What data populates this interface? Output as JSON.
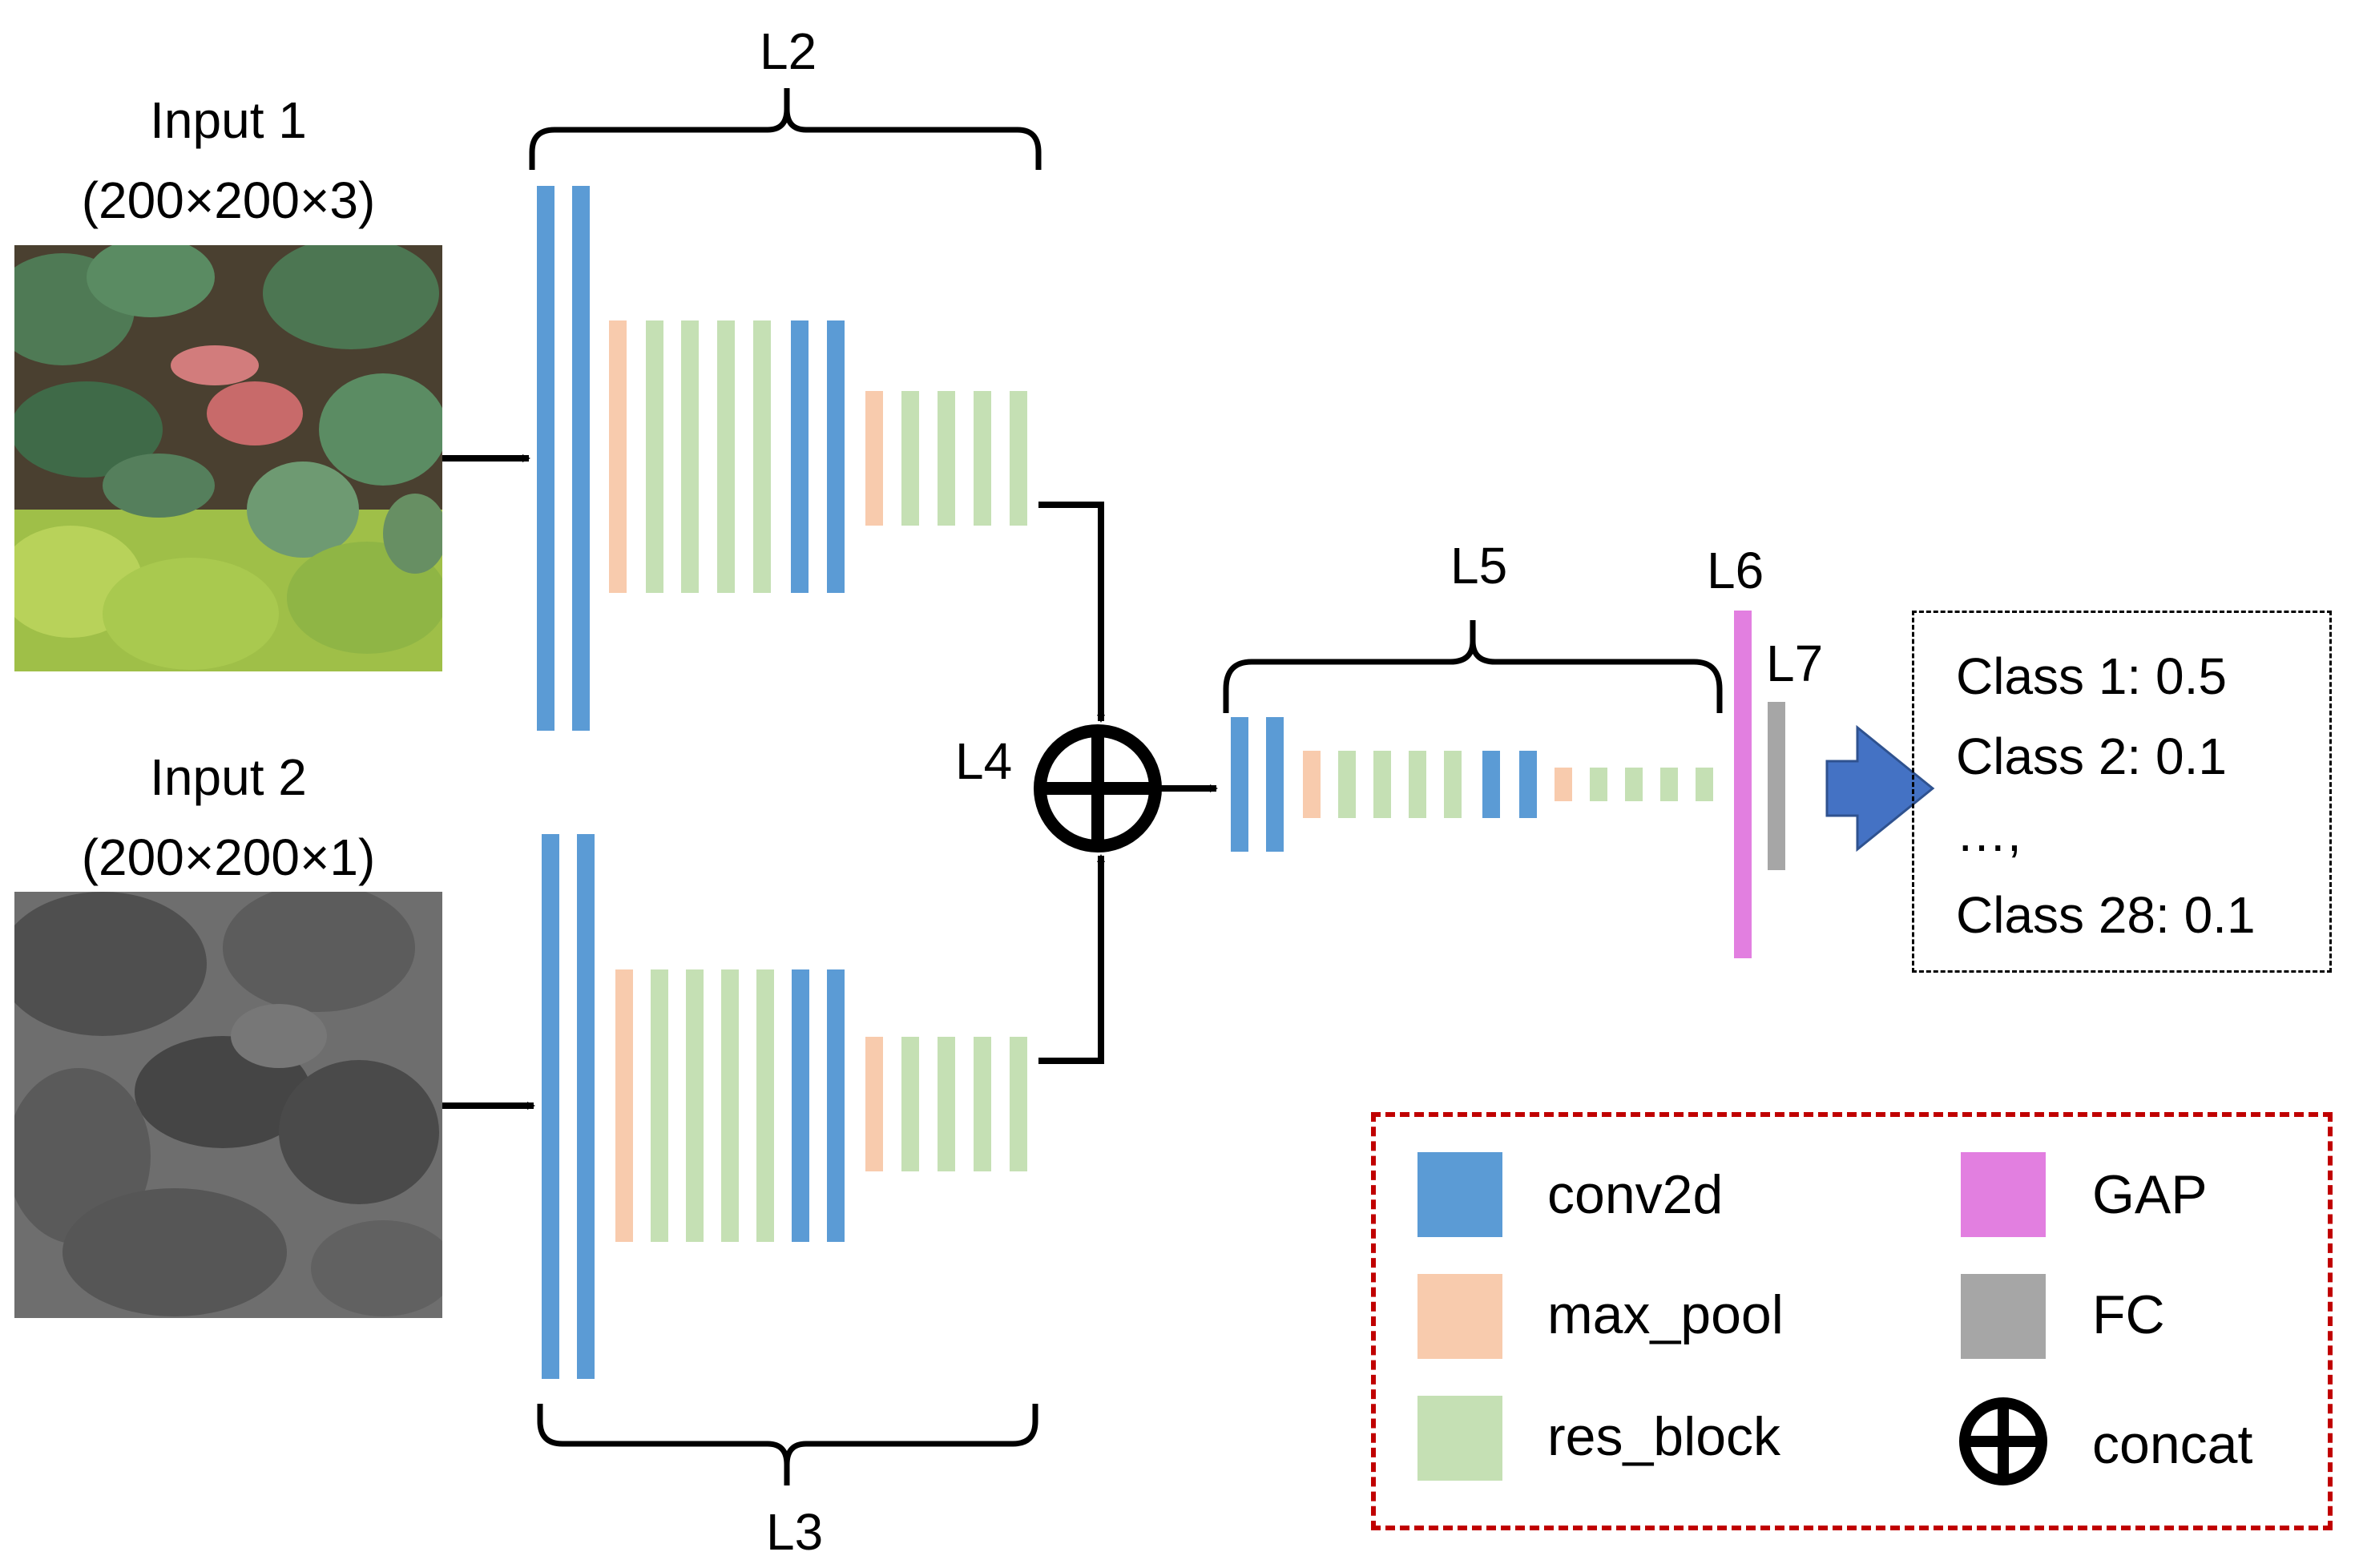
{
  "inputs": [
    {
      "title": "Input 1",
      "dims": "(200×200×3)"
    },
    {
      "title": "Input 2",
      "dims": "(200×200×1)"
    }
  ],
  "layers": {
    "l2": "L2",
    "l3": "L3",
    "l4": "L4",
    "l5": "L5",
    "l6": "L6",
    "l7": "L7"
  },
  "output": {
    "lines": [
      "Class 1: 0.5",
      "Class 2: 0.1",
      "…,",
      "Class 28: 0.1"
    ]
  },
  "legend": {
    "items": [
      {
        "label": "conv2d",
        "color": "#5b9bd5"
      },
      {
        "label": "max_pool",
        "color": "#f8cbad"
      },
      {
        "label": "res_block",
        "color": "#c5e0b4"
      },
      {
        "label": "GAP",
        "color": "#e27fe0"
      },
      {
        "label": "FC",
        "color": "#a6a6a6"
      },
      {
        "label": "concat",
        "icon": "concat-circle-plus-icon"
      }
    ]
  },
  "colors": {
    "conv2d": "#5b9bd5",
    "max_pool": "#f8cbad",
    "res_block": "#c5e0b4",
    "gap": "#e27fe0",
    "fc": "#a6a6a6",
    "output_arrow": "#4472c4",
    "legend_border": "#c00000"
  }
}
